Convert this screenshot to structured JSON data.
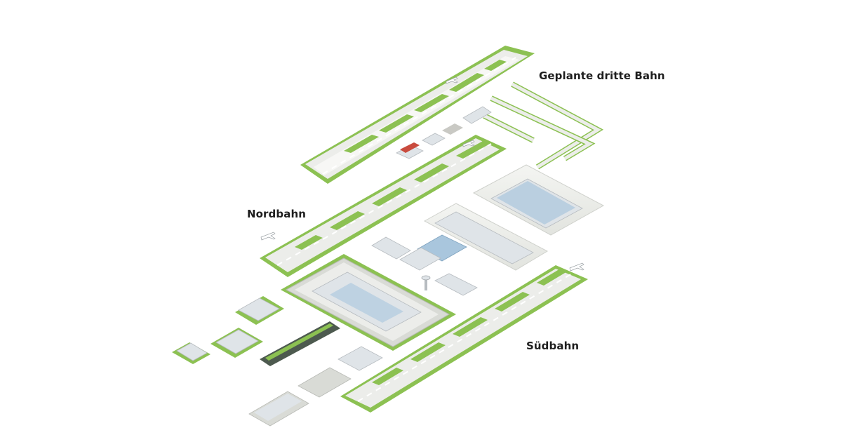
{
  "labels": {
    "third_runway": "Geplante dritte Bahn",
    "north_runway": "Nordbahn",
    "south_runway": "Südbahn"
  },
  "colors": {
    "grass": "#8cc152",
    "grass_dark": "#6fa33a",
    "pavement": "#ecedea",
    "pavement_edge": "#c9cbc6",
    "building": "#dfe4e8",
    "glass": "#a9c6dd",
    "marking": "#ffffff",
    "text": "#1e1e1e"
  }
}
